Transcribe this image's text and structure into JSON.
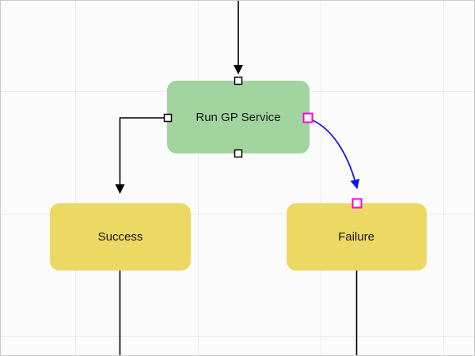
{
  "canvas": {
    "background": "#fbfbfb",
    "grid_color": "#ececec",
    "border_color": "#c9c9c9"
  },
  "nodes": {
    "run_gp_service": {
      "label": "Run GP Service",
      "fill": "#a2d49f",
      "text_color": "#141414"
    },
    "success": {
      "label": "Success",
      "fill": "#ecd964",
      "text_color": "#141414"
    },
    "failure": {
      "label": "Failure",
      "fill": "#ecd964",
      "text_color": "#141414"
    }
  },
  "edges": {
    "default_color": "#000000",
    "selected_color": "#1414e6"
  },
  "ports": {
    "fill": "#ffffff",
    "default_border": "#000000",
    "selected_border": "#ff00dd"
  }
}
